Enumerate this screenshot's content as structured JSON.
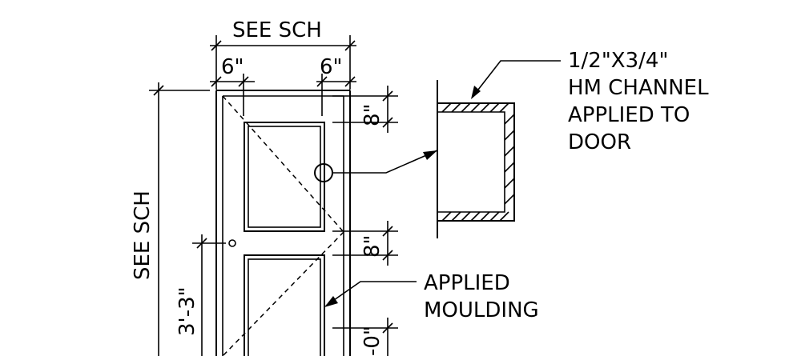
{
  "labels": {
    "width_dim": "SEE SCH",
    "height_dim": "SEE SCH",
    "stile_left": "6\"",
    "stile_right": "6\"",
    "rail_top": "8\"",
    "rail_mid": "8\"",
    "rail_bottom": "-0\"",
    "knob_height": "3'-3\"",
    "channel_note": [
      "1/2\"X3/4\"",
      "HM CHANNEL",
      "APPLIED TO",
      "DOOR"
    ],
    "moulding_note": [
      "APPLIED",
      "MOULDING"
    ]
  },
  "colors": {
    "line": "#000000",
    "background": "#ffffff"
  }
}
